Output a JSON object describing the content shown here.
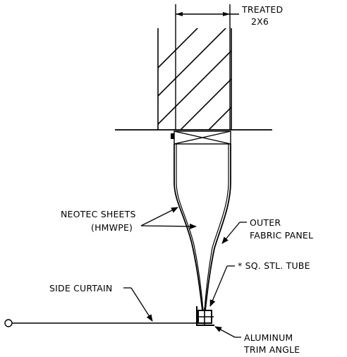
{
  "labels": {
    "treated_1": "TREATED",
    "treated_2": "2X6",
    "neotec_1": "NEOTEC SHEETS",
    "neotec_2": "(HMWPE)",
    "outer_1": "OUTER",
    "outer_2": "FABRIC PANEL",
    "tube": "* SQ. STL. TUBE",
    "side_curtain": "SIDE CURTAIN",
    "aluminum_1": "ALUMINUM",
    "aluminum_2": "TRIM ANGLE"
  }
}
